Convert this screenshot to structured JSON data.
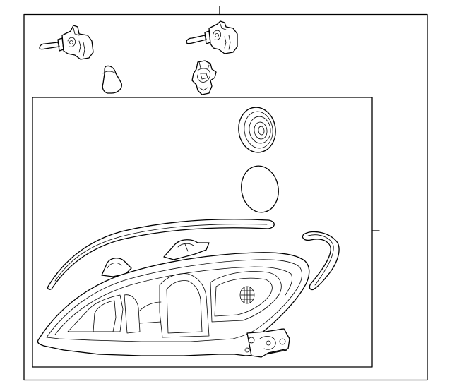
{
  "diagram": {
    "parts": [
      {
        "id": "bulb-left-upper",
        "icon": "headlight-bulb-icon"
      },
      {
        "id": "bulb-right-upper",
        "icon": "headlight-bulb-icon"
      },
      {
        "id": "bulb-small",
        "icon": "wedge-bulb-icon"
      },
      {
        "id": "socket",
        "icon": "bulb-socket-icon"
      },
      {
        "id": "rubber-cap",
        "icon": "grommet-cap-icon"
      },
      {
        "id": "round-cover",
        "icon": "round-cover-icon"
      },
      {
        "id": "upper-seal-strip",
        "icon": "seal-strip-icon"
      },
      {
        "id": "side-bracket-strip",
        "icon": "seal-strip-icon"
      },
      {
        "id": "headlamp-assembly",
        "icon": "headlamp-assembly-icon"
      }
    ]
  }
}
